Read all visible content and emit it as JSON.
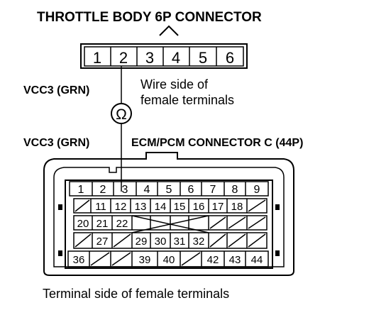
{
  "title": "THROTTLE BODY 6P CONNECTOR",
  "throttle_terminals": [
    "1",
    "2",
    "3",
    "4",
    "5",
    "6"
  ],
  "label_vcc3_top": "VCC3 (GRN)",
  "wire_side_line1": "Wire side of",
  "wire_side_line2": "female terminals",
  "ohm_symbol": "Ω",
  "label_vcc3_bottom": "VCC3 (GRN)",
  "ecm_title": "ECM/PCM CONNECTOR C (44P)",
  "ecm_rows": [
    [
      "1",
      "2",
      "3",
      "4",
      "5",
      "6",
      "7",
      "8",
      "9"
    ],
    [
      "",
      "11",
      "12",
      "13",
      "14",
      "15",
      "16",
      "17",
      "18",
      ""
    ],
    [
      "20",
      "21",
      "22",
      "",
      "",
      "",
      "",
      "",
      "",
      ""
    ],
    [
      "",
      "27",
      "",
      "29",
      "30",
      "31",
      "32",
      "",
      "",
      ""
    ],
    [
      "36",
      "",
      "",
      "39",
      "40",
      "",
      "42",
      "43",
      "44"
    ]
  ],
  "terminal_side_caption": "Terminal side of female terminals"
}
